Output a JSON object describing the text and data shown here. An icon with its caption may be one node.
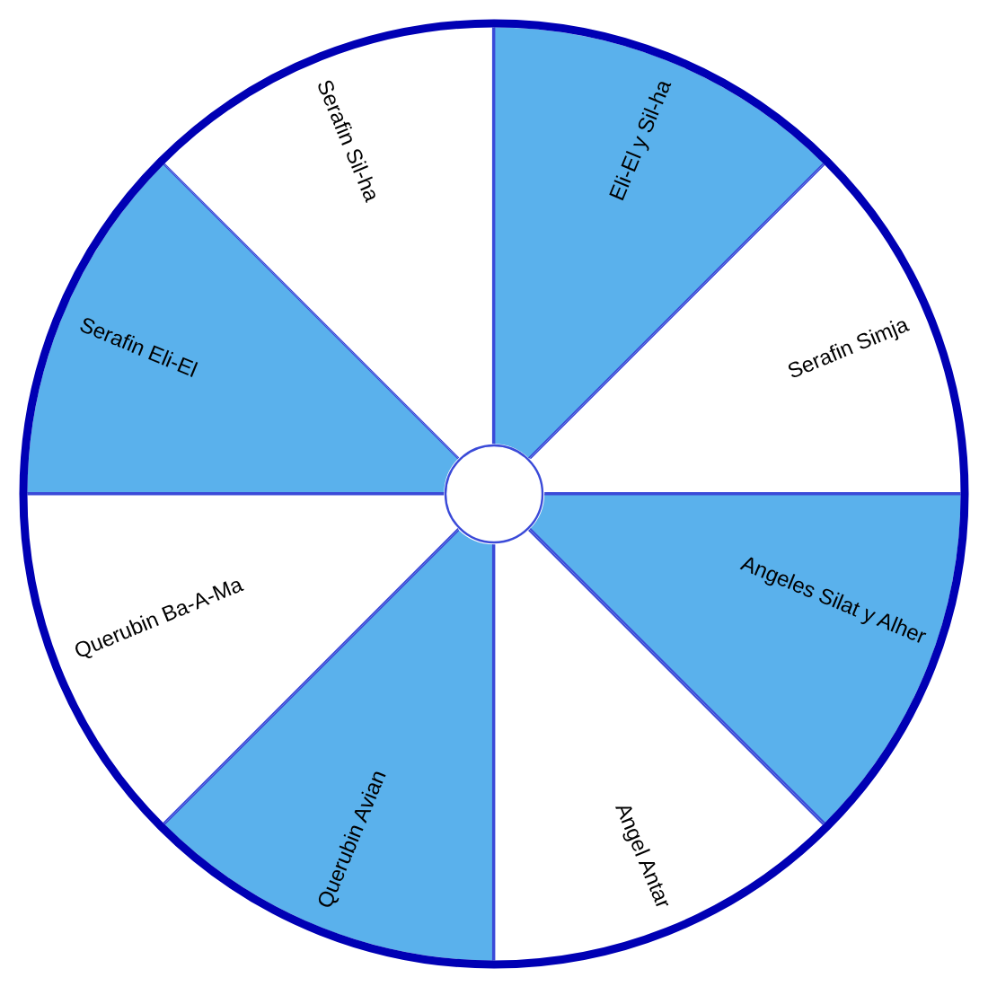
{
  "diagram": {
    "nodes": [
      {
        "text": [
          "Eli-El y Sil-ha"
        ]
      },
      {
        "text": [
          "Serafin Simja"
        ]
      },
      {
        "text": [
          "Angeles Silat y Alher"
        ]
      },
      {
        "text": [
          "Angel Antar"
        ]
      },
      {
        "text": [
          "Querubin Avian"
        ]
      },
      {
        "text": [
          "Querubin Ba-A-Ma"
        ]
      },
      {
        "text": [
          "Serafin Eli-El"
        ]
      },
      {
        "text": [
          "Serafin Sil-ha"
        ]
      }
    ]
  }
}
